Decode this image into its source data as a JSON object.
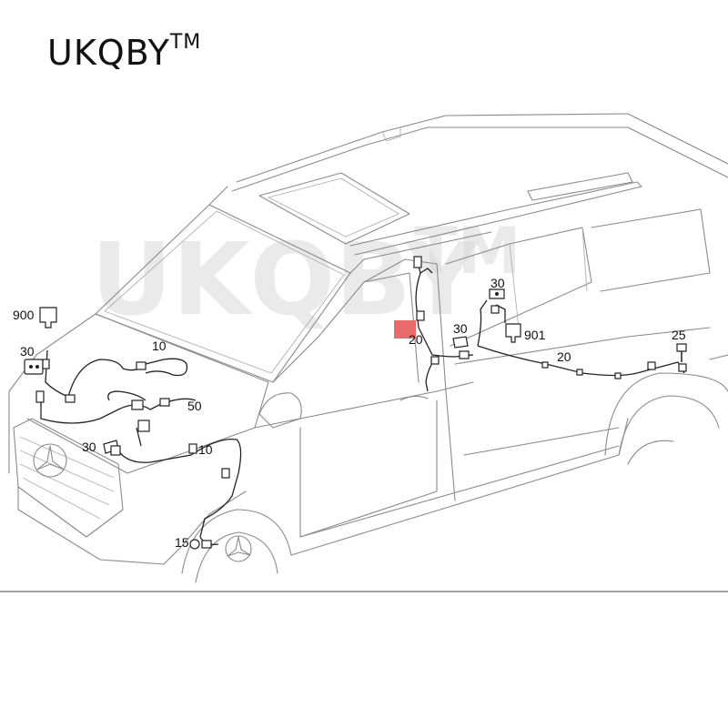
{
  "brand": {
    "name": "UKQBY",
    "mark": "TM"
  },
  "watermark": {
    "text": "UKQBY",
    "mark": "TM"
  },
  "callouts": {
    "c900": "900",
    "c30_bracket_left": "30",
    "c10_upper": "10",
    "c50": "50",
    "c30_mid": "30",
    "c10_lower": "10",
    "c15": "15",
    "c20_door": "20",
    "c30_door": "30",
    "c30_upper": "30",
    "c901": "901",
    "c20_rear": "20",
    "c25": "25"
  },
  "highlight": {
    "color": "#e86a6a"
  }
}
